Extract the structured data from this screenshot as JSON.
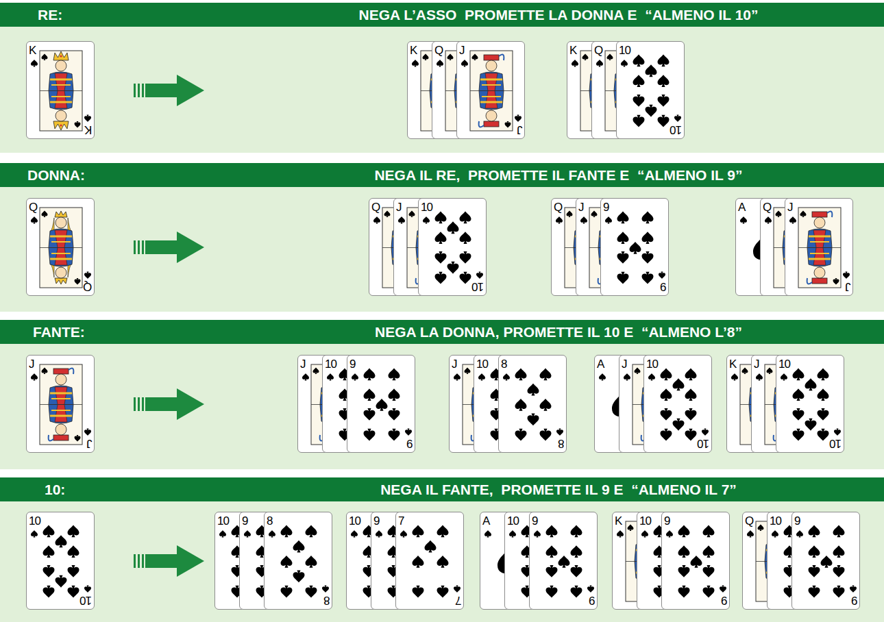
{
  "diagram": {
    "nodes": [
      {
        "text": [
          "RE:",
          "NEGA L’ASSO  PROMETTE LA DONNA E  “ALMENO IL 10”"
        ]
      },
      {
        "text": [
          "K",
          "K"
        ]
      },
      {
        "text": [
          "K"
        ]
      },
      {
        "text": [
          "Q"
        ]
      },
      {
        "text": [
          "J",
          "J"
        ]
      },
      {
        "text": [
          "K"
        ]
      },
      {
        "text": [
          "Q"
        ]
      },
      {
        "text": [
          "10",
          "10"
        ]
      },
      {
        "text": [
          "DONNA:",
          "NEGA IL RE,  PROMETTE IL FANTE E  “ALMENO IL 9”"
        ]
      },
      {
        "text": [
          "Q",
          "Q"
        ]
      },
      {
        "text": [
          "Q"
        ]
      },
      {
        "text": [
          "J"
        ]
      },
      {
        "text": [
          "10",
          "10"
        ]
      },
      {
        "text": [
          "Q"
        ]
      },
      {
        "text": [
          "J"
        ]
      },
      {
        "text": [
          "9",
          "9"
        ]
      },
      {
        "text": [
          "A"
        ]
      },
      {
        "text": [
          "Q"
        ]
      },
      {
        "text": [
          "J",
          "J"
        ]
      },
      {
        "text": [
          "FANTE:",
          "NEGA LA DONNA, PROMETTE IL 10 E  “ALMENO L’8”"
        ]
      },
      {
        "text": [
          "J",
          "J"
        ]
      },
      {
        "text": [
          "J"
        ]
      },
      {
        "text": [
          "10"
        ]
      },
      {
        "text": [
          "9",
          "9"
        ]
      },
      {
        "text": [
          "J"
        ]
      },
      {
        "text": [
          "10"
        ]
      },
      {
        "text": [
          "8",
          "8"
        ]
      },
      {
        "text": [
          "A"
        ]
      },
      {
        "text": [
          "J"
        ]
      },
      {
        "text": [
          "10",
          "10"
        ]
      },
      {
        "text": [
          "K"
        ]
      },
      {
        "text": [
          "J"
        ]
      },
      {
        "text": [
          "10",
          "10"
        ]
      },
      {
        "text": [
          "10:",
          "NEGA IL FANTE,  PROMETTE IL 9 E  “ALMENO IL 7”"
        ]
      },
      {
        "text": [
          "10",
          "10"
        ]
      },
      {
        "text": [
          "10"
        ]
      },
      {
        "text": [
          "9"
        ]
      },
      {
        "text": [
          "8",
          "8"
        ]
      },
      {
        "text": [
          "10"
        ]
      },
      {
        "text": [
          "9"
        ]
      },
      {
        "text": [
          "7",
          "7"
        ]
      },
      {
        "text": [
          "A"
        ]
      },
      {
        "text": [
          "10"
        ]
      },
      {
        "text": [
          "9",
          "9"
        ]
      },
      {
        "text": [
          "K"
        ]
      },
      {
        "text": [
          "10"
        ]
      },
      {
        "text": [
          "9",
          "9"
        ]
      },
      {
        "text": [
          "Q"
        ]
      },
      {
        "text": [
          "10"
        ]
      },
      {
        "text": [
          "9",
          "9"
        ]
      }
    ]
  }
}
